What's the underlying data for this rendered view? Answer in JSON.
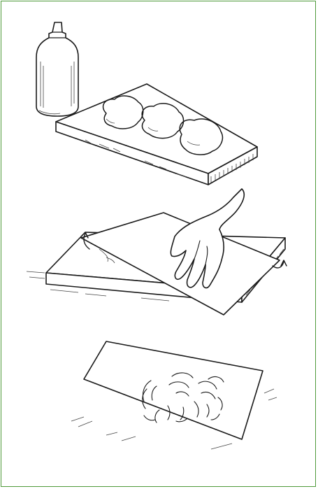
{
  "figure": {
    "border_color": "#4f9a3a",
    "ink_color": "#1a1a1a",
    "panels": [
      {
        "id": "glue-on-board",
        "icon": "glue-bottle-and-board-icon"
      },
      {
        "id": "press-paper",
        "icon": "hand-pressing-paper-icon"
      },
      {
        "id": "lifted-print",
        "icon": "monoprint-paper-icon"
      }
    ]
  }
}
